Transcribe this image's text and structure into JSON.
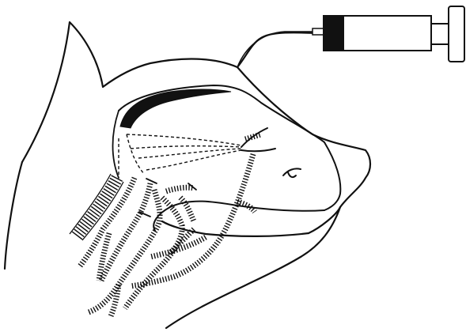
{
  "figure": {
    "background": "#ffffff",
    "ink": "#111111",
    "parts": {
      "head_outline": "cat-head-outline",
      "sinus": "sinus-black",
      "syringe": "syringe",
      "vessels": "hatched-vessels",
      "injection_paths": "dashed-injection-lines"
    }
  }
}
